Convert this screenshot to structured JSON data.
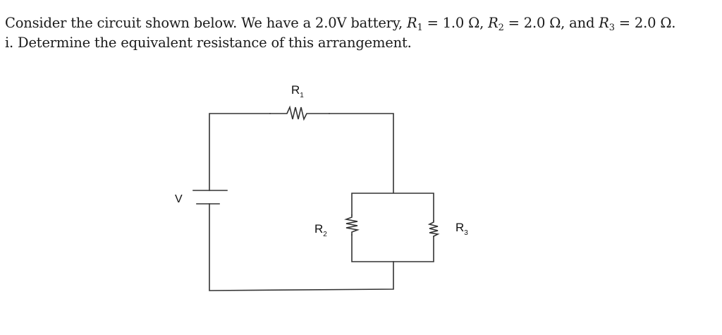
{
  "question": {
    "line1_prefix": "Consider the circuit shown below. We have a 2.0V battery, ",
    "r1_symbol": "R",
    "r1_sub": "1",
    "r1_value": " = 1.0 Ω, ",
    "r2_symbol": "R",
    "r2_sub": "2",
    "r2_value": " = 2.0 Ω, and ",
    "r3_symbol": "R",
    "r3_sub": "3",
    "r3_value": " = 2.0 Ω.",
    "line2": "i. Determine the equivalent resistance of this arrangement."
  },
  "circuit": {
    "battery_label": "V",
    "resistors": [
      {
        "name": "R",
        "sub": "1",
        "ohms": 1.0,
        "placement": "series-top"
      },
      {
        "name": "R",
        "sub": "2",
        "ohms": 2.0,
        "placement": "parallel-left"
      },
      {
        "name": "R",
        "sub": "3",
        "ohms": 2.0,
        "placement": "parallel-right"
      }
    ],
    "battery_voltage": "2.0V"
  }
}
